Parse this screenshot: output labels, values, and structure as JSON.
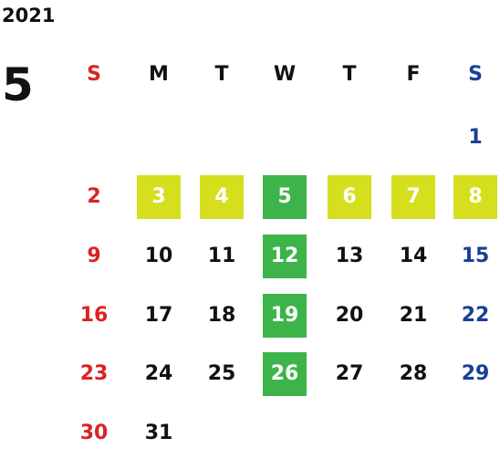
{
  "year": "2021",
  "month": "5",
  "weekdays": [
    "S",
    "M",
    "T",
    "W",
    "T",
    "F",
    "S"
  ],
  "colors": {
    "sunday": "#dd2222",
    "saturday": "#1a3f96",
    "weekday": "#111111",
    "holiday_highlight": "#d6df1d",
    "wednesday_highlight": "#3db44a",
    "highlight_text": "#ffffff"
  },
  "first_weekday_index": 6,
  "days": [
    {
      "label": "1",
      "highlight": null
    },
    {
      "label": "2",
      "highlight": null
    },
    {
      "label": "3",
      "highlight": "holiday"
    },
    {
      "label": "4",
      "highlight": "holiday"
    },
    {
      "label": "5",
      "highlight": "wednesday"
    },
    {
      "label": "6",
      "highlight": "holiday"
    },
    {
      "label": "7",
      "highlight": "holiday"
    },
    {
      "label": "8",
      "highlight": "holiday"
    },
    {
      "label": "9",
      "highlight": null
    },
    {
      "label": "10",
      "highlight": null
    },
    {
      "label": "11",
      "highlight": null
    },
    {
      "label": "12",
      "highlight": "wednesday"
    },
    {
      "label": "13",
      "highlight": null
    },
    {
      "label": "14",
      "highlight": null
    },
    {
      "label": "15",
      "highlight": null
    },
    {
      "label": "16",
      "highlight": null
    },
    {
      "label": "17",
      "highlight": null
    },
    {
      "label": "18",
      "highlight": null
    },
    {
      "label": "19",
      "highlight": "wednesday"
    },
    {
      "label": "20",
      "highlight": null
    },
    {
      "label": "21",
      "highlight": null
    },
    {
      "label": "22",
      "highlight": null
    },
    {
      "label": "23",
      "highlight": null
    },
    {
      "label": "24",
      "highlight": null
    },
    {
      "label": "25",
      "highlight": null
    },
    {
      "label": "26",
      "highlight": "wednesday"
    },
    {
      "label": "27",
      "highlight": null
    },
    {
      "label": "28",
      "highlight": null
    },
    {
      "label": "29",
      "highlight": null
    },
    {
      "label": "30",
      "highlight": null
    },
    {
      "label": "31",
      "highlight": null
    }
  ]
}
